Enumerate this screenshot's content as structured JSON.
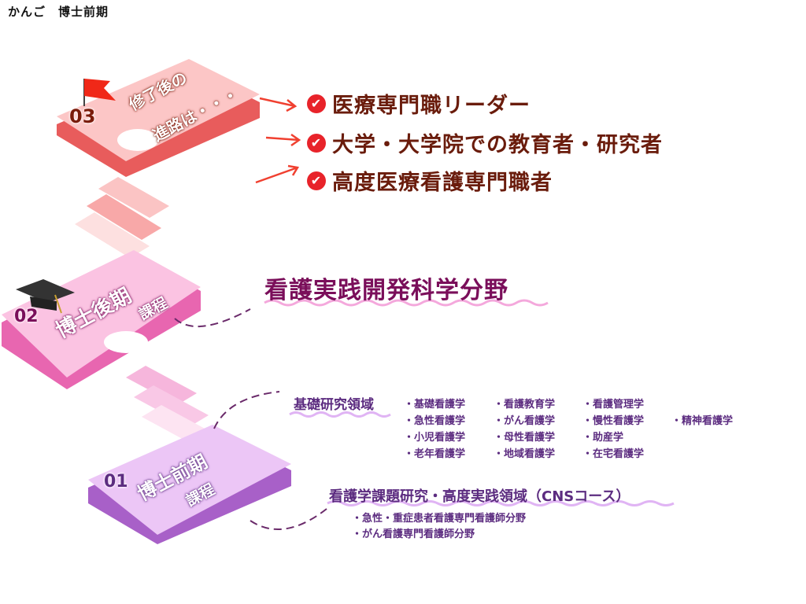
{
  "header": {
    "title": "かんご　博士前期"
  },
  "step03": {
    "number": "03",
    "label_line1": "修了後の",
    "label_line2": "進路は・・・",
    "careers": [
      "医療専門職リーダー",
      "大学・大学院での教育者・研究者",
      "高度医療看護専門職者"
    ],
    "check_icon": "✔"
  },
  "step02": {
    "number": "02",
    "label_line1": "博士後期",
    "label_line2": "課程",
    "department": "看護実践開発科学分野"
  },
  "step01": {
    "number": "01",
    "label_line1": "博士前期",
    "label_line2": "課程",
    "basic_title": "基礎研究領域",
    "basic_fields": [
      [
        "・基礎看護学",
        "・看護教育学",
        "・看護管理学",
        ""
      ],
      [
        "・急性看護学",
        "・がん看護学",
        "・慢性看護学",
        "・精神看護学"
      ],
      [
        "・小児看護学",
        "・母性看護学",
        "・助産学",
        ""
      ],
      [
        "・老年看護学",
        "・地域看護学",
        "・在宅看護学",
        ""
      ]
    ],
    "cns_title": "看護学課題研究・高度実践領域（CNSコース）",
    "cns_fields": [
      "・急性・重症患者看護専門看護師分野",
      "・がん看護専門看護師分野"
    ]
  },
  "colors": {
    "red": "#e8232a",
    "pink_top": "#fcc6c6",
    "magenta_top": "#fbc3e2",
    "lavender_top": "#ecc6f6"
  }
}
